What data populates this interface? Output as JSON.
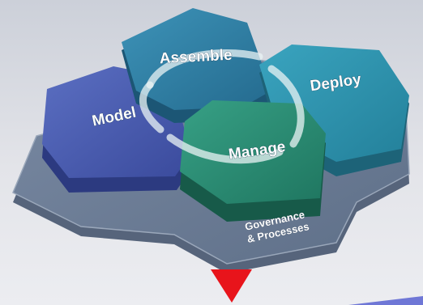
{
  "diagram": {
    "stages": [
      {
        "id": "assemble",
        "label": "Assemble",
        "color": "#2f7fa3"
      },
      {
        "id": "deploy",
        "label": "Deploy",
        "color": "#2a8ea8"
      },
      {
        "id": "model",
        "label": "Model",
        "color": "#4a5db0"
      },
      {
        "id": "manage",
        "label": "Manage",
        "color": "#2a8a72"
      }
    ],
    "base": {
      "line1": "Governance",
      "line2": "& Processes",
      "color": "#6e7f96"
    },
    "indicator": {
      "icon": "down-triangle-icon",
      "color": "#e8141b"
    }
  }
}
